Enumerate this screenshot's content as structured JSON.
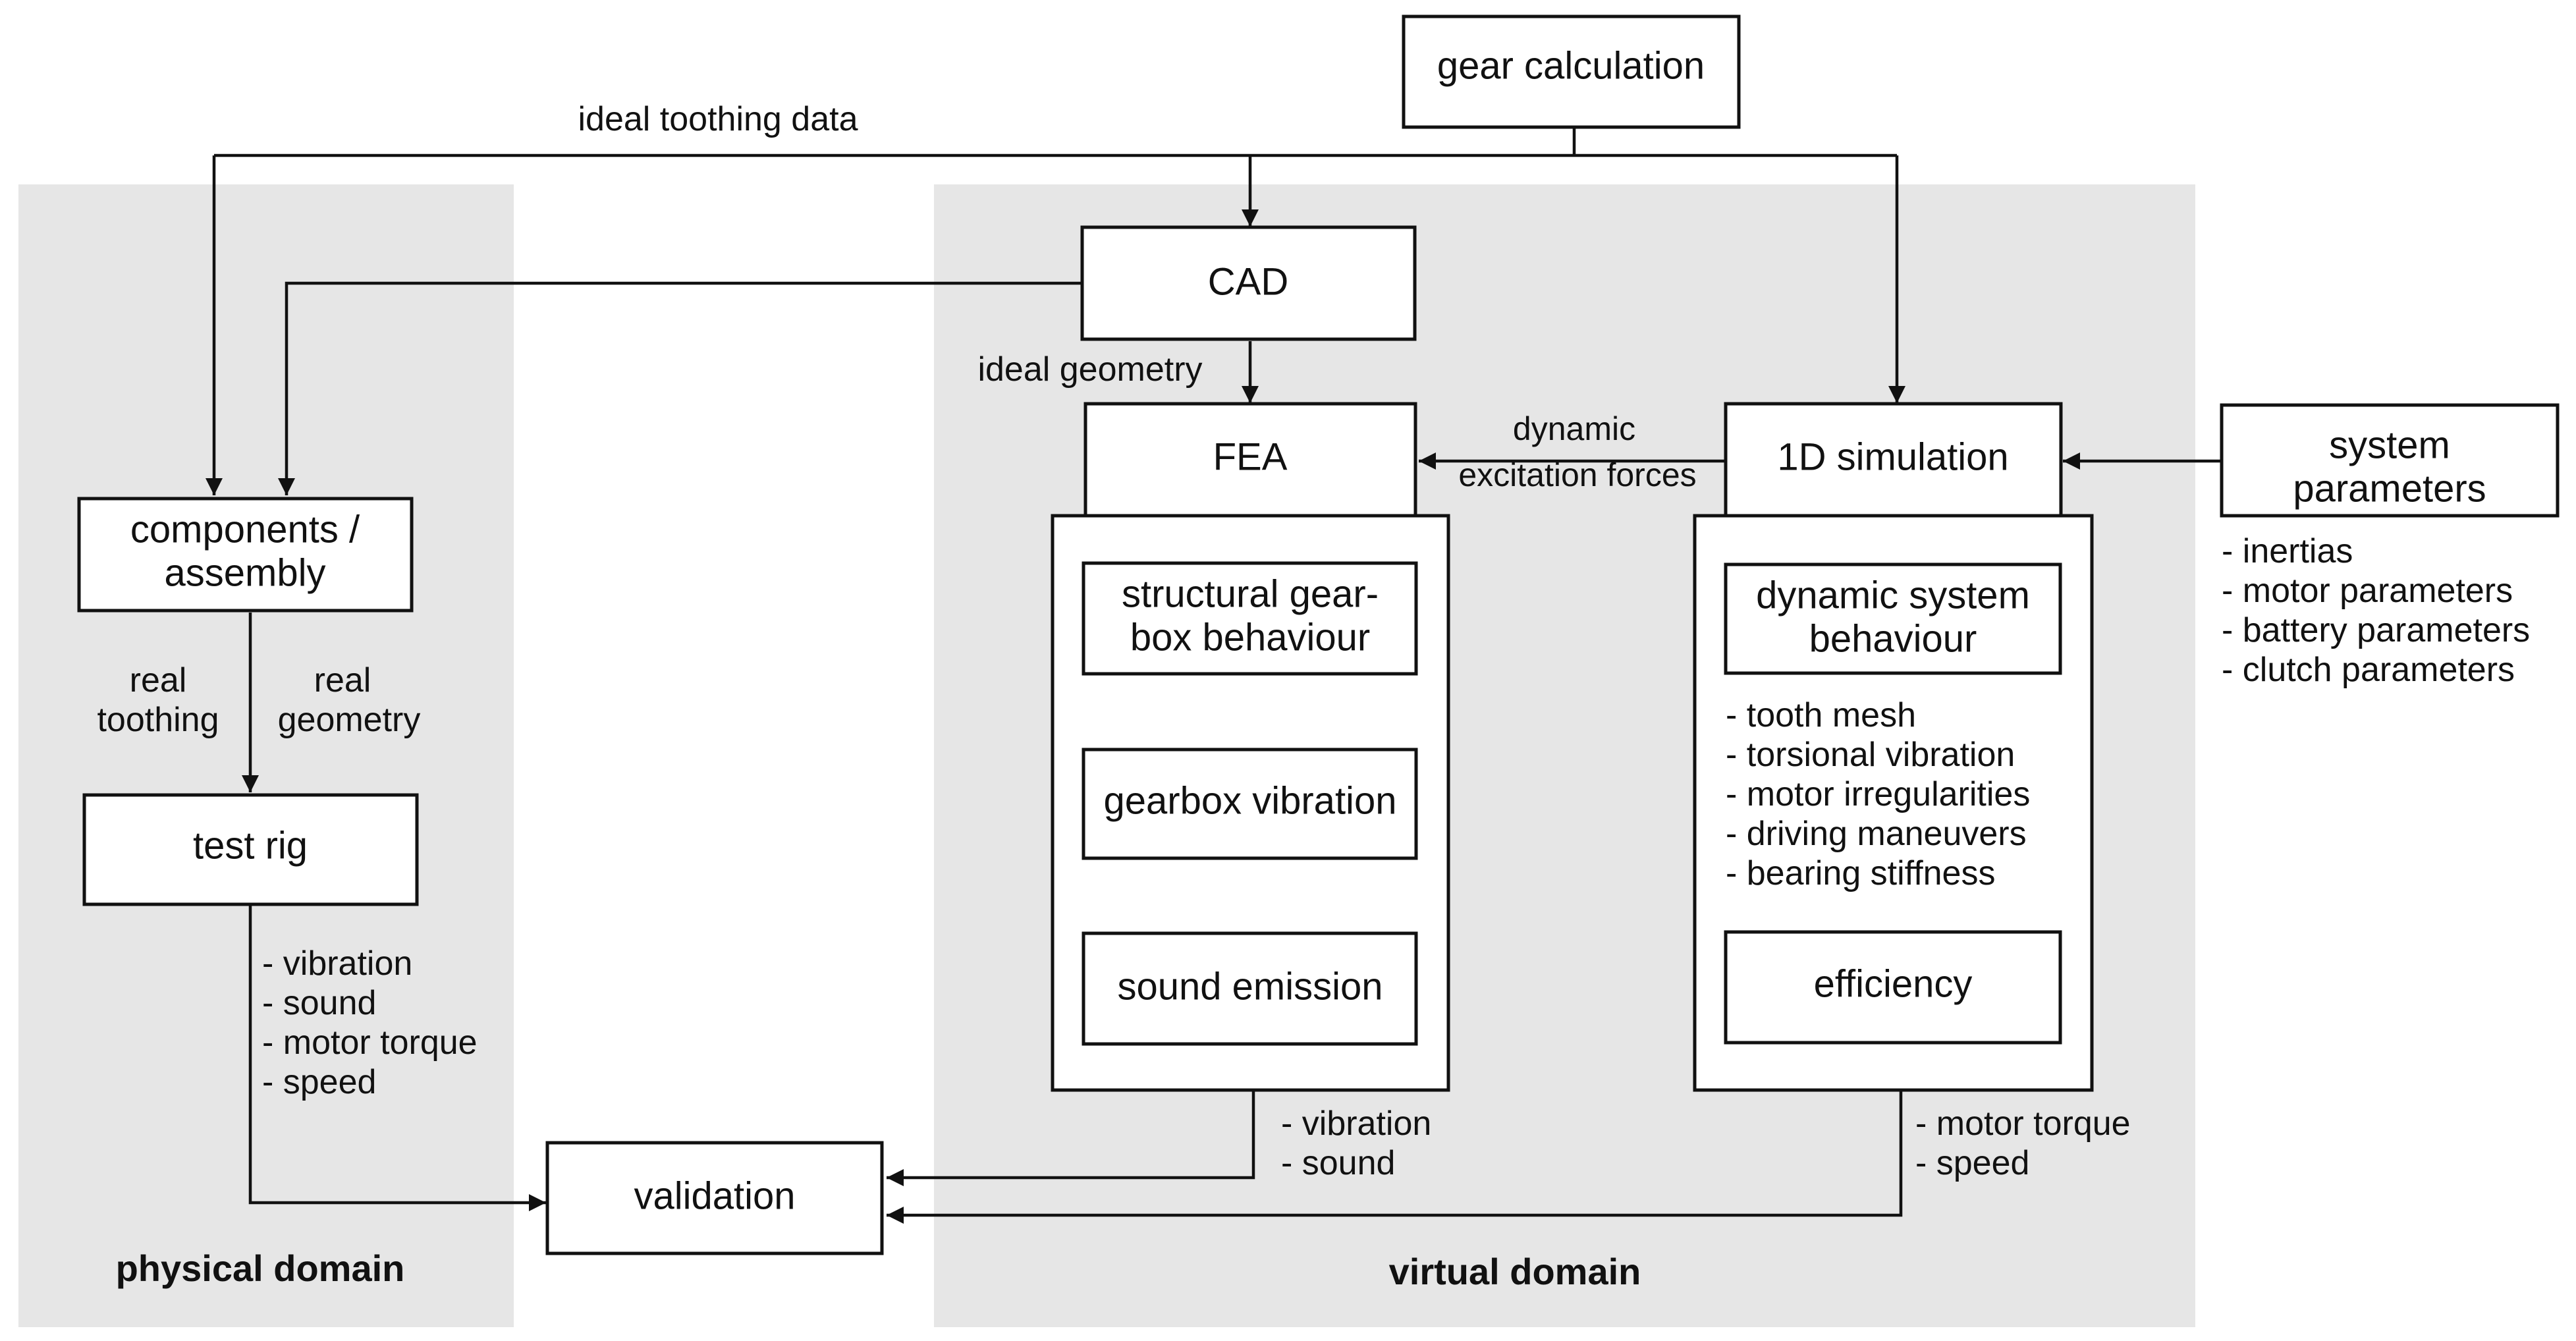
{
  "domains": {
    "physical": "physical domain",
    "virtual": "virtual domain"
  },
  "boxes": {
    "gear_calculation": "gear calculation",
    "cad": "CAD",
    "fea": "FEA",
    "simulation_1d": "1D simulation",
    "system_parameters": [
      "system",
      "parameters"
    ],
    "components_assembly": [
      "components /",
      "assembly"
    ],
    "test_rig": "test rig",
    "structural_gearbox_behaviour": [
      "structural gear-",
      "box behaviour"
    ],
    "gearbox_vibration": "gearbox vibration",
    "sound_emission": "sound emission",
    "dynamic_system_behaviour": [
      "dynamic system",
      "behaviour"
    ],
    "efficiency": "efficiency",
    "validation": "validation"
  },
  "labels": {
    "ideal_toothing_data": "ideal toothing data",
    "ideal_geometry": "ideal geometry",
    "dynamic_excitation_forces": [
      "dynamic",
      "excitation forces"
    ],
    "real_toothing": [
      "real",
      "toothing"
    ],
    "real_geometry": [
      "real",
      "geometry"
    ]
  },
  "lists": {
    "system_parameters": [
      "- inertias",
      "- motor parameters",
      "- battery parameters",
      "- clutch parameters"
    ],
    "simulation_outputs": [
      "- tooth mesh",
      "- torsional vibration",
      "- motor irregularities",
      "- driving maneuvers",
      "- bearing stiffness"
    ],
    "test_rig_outputs": [
      "- vibration",
      "- sound",
      "- motor torque",
      "- speed"
    ],
    "fea_outputs": [
      "- vibration",
      "- sound"
    ],
    "simulation_to_validation": [
      "- motor torque",
      "- speed"
    ]
  }
}
